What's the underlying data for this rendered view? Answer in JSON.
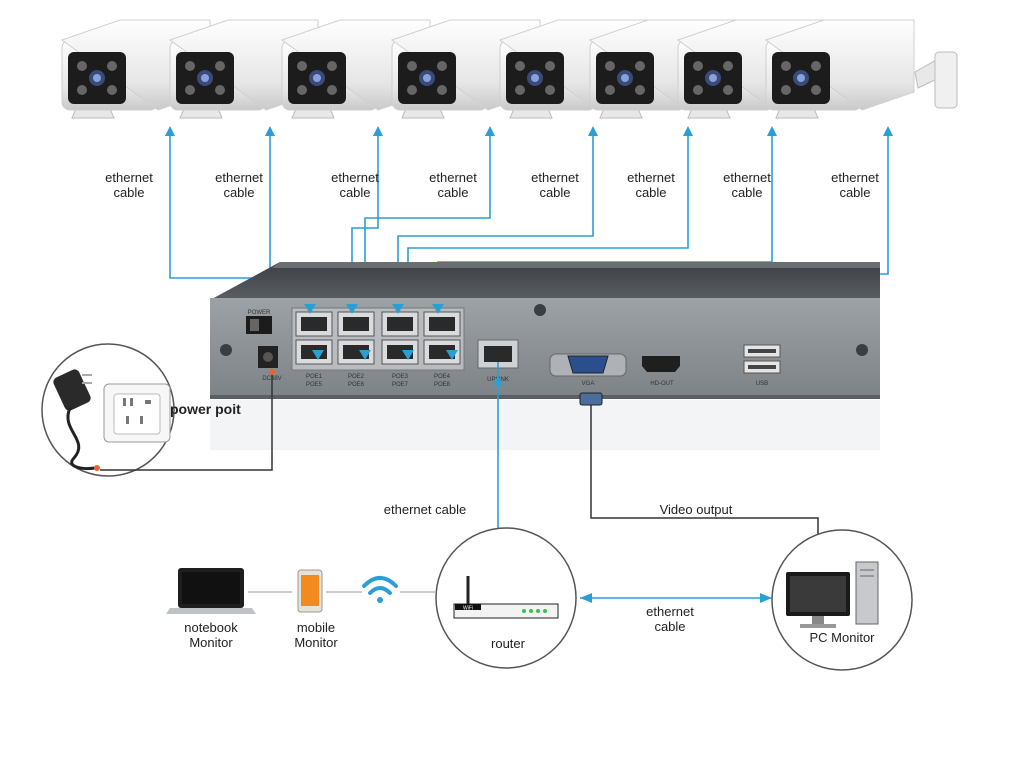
{
  "diagram": {
    "cable_label_line1": "ethernet",
    "cable_label_line2": "cable",
    "camera_count": 8,
    "nvr": {
      "power_label": "POWER",
      "dc_label": "DC48V",
      "poe_top_labels": [
        "POE1",
        "POE2",
        "POE3",
        "POE4"
      ],
      "poe_bottom_labels": [
        "POE5",
        "POE6",
        "POE7",
        "POE8"
      ],
      "uplink_label": "UPLINK",
      "vga_label": "VGA",
      "hdout_label": "HD-OUT",
      "usb_label": "USB"
    },
    "power_label": "power poit",
    "ethernet_cable_label": "ethernet cable",
    "video_output_label": "Video output",
    "router_label": "router",
    "wifi_badge": "WiFi",
    "notebook_label": [
      "notebook",
      "Monitor"
    ],
    "mobile_label": [
      "mobile",
      "Monitor"
    ],
    "pc_label": "PC Monitor",
    "router_pc_cable": [
      "ethernet",
      "cable"
    ],
    "colors": {
      "cable": "#2a9fd6",
      "nvr_face": "#8e9398",
      "nvr_top": "#4a4d52",
      "camera": "#f2f2f2"
    }
  }
}
